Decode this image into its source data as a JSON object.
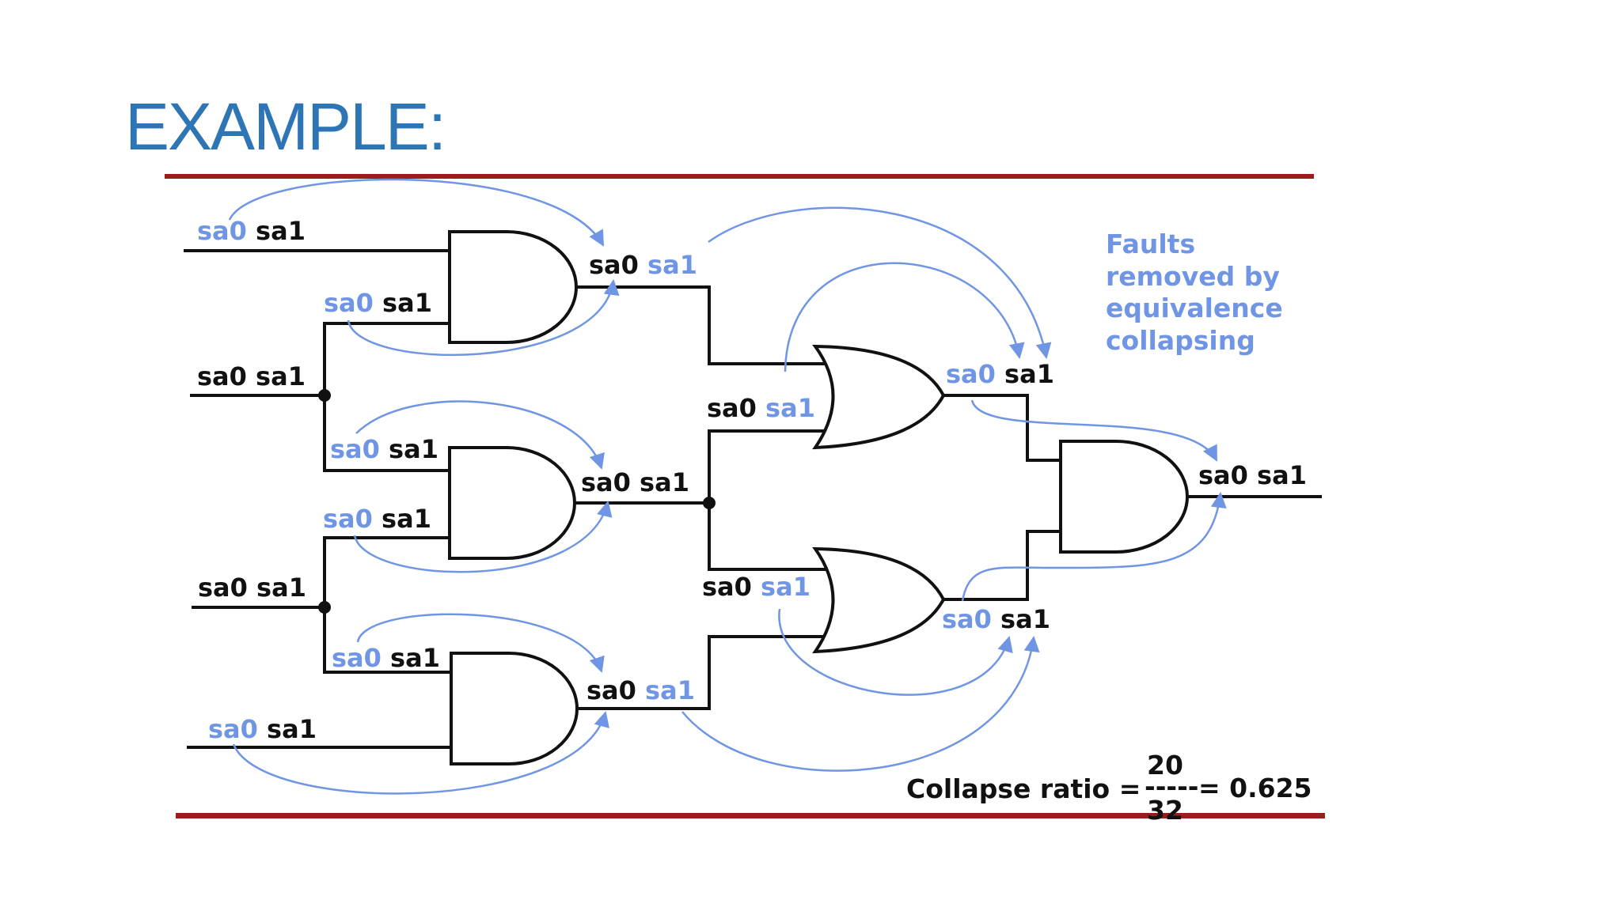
{
  "title": "EXAMPLE:",
  "sa0": "sa0",
  "sa1": "sa1",
  "note_lines": [
    "Faults",
    "removed by",
    "equivalence",
    "collapsing"
  ],
  "collapse": {
    "label": "Collapse ratio =",
    "numerator": "20",
    "divider": "-----",
    "denominator": "32",
    "result": "= 0.625"
  },
  "colors": {
    "title": "#2e75b6",
    "removed_fault": "#6f95e4",
    "rule": "#9b1c1c",
    "wire": "#111111"
  }
}
